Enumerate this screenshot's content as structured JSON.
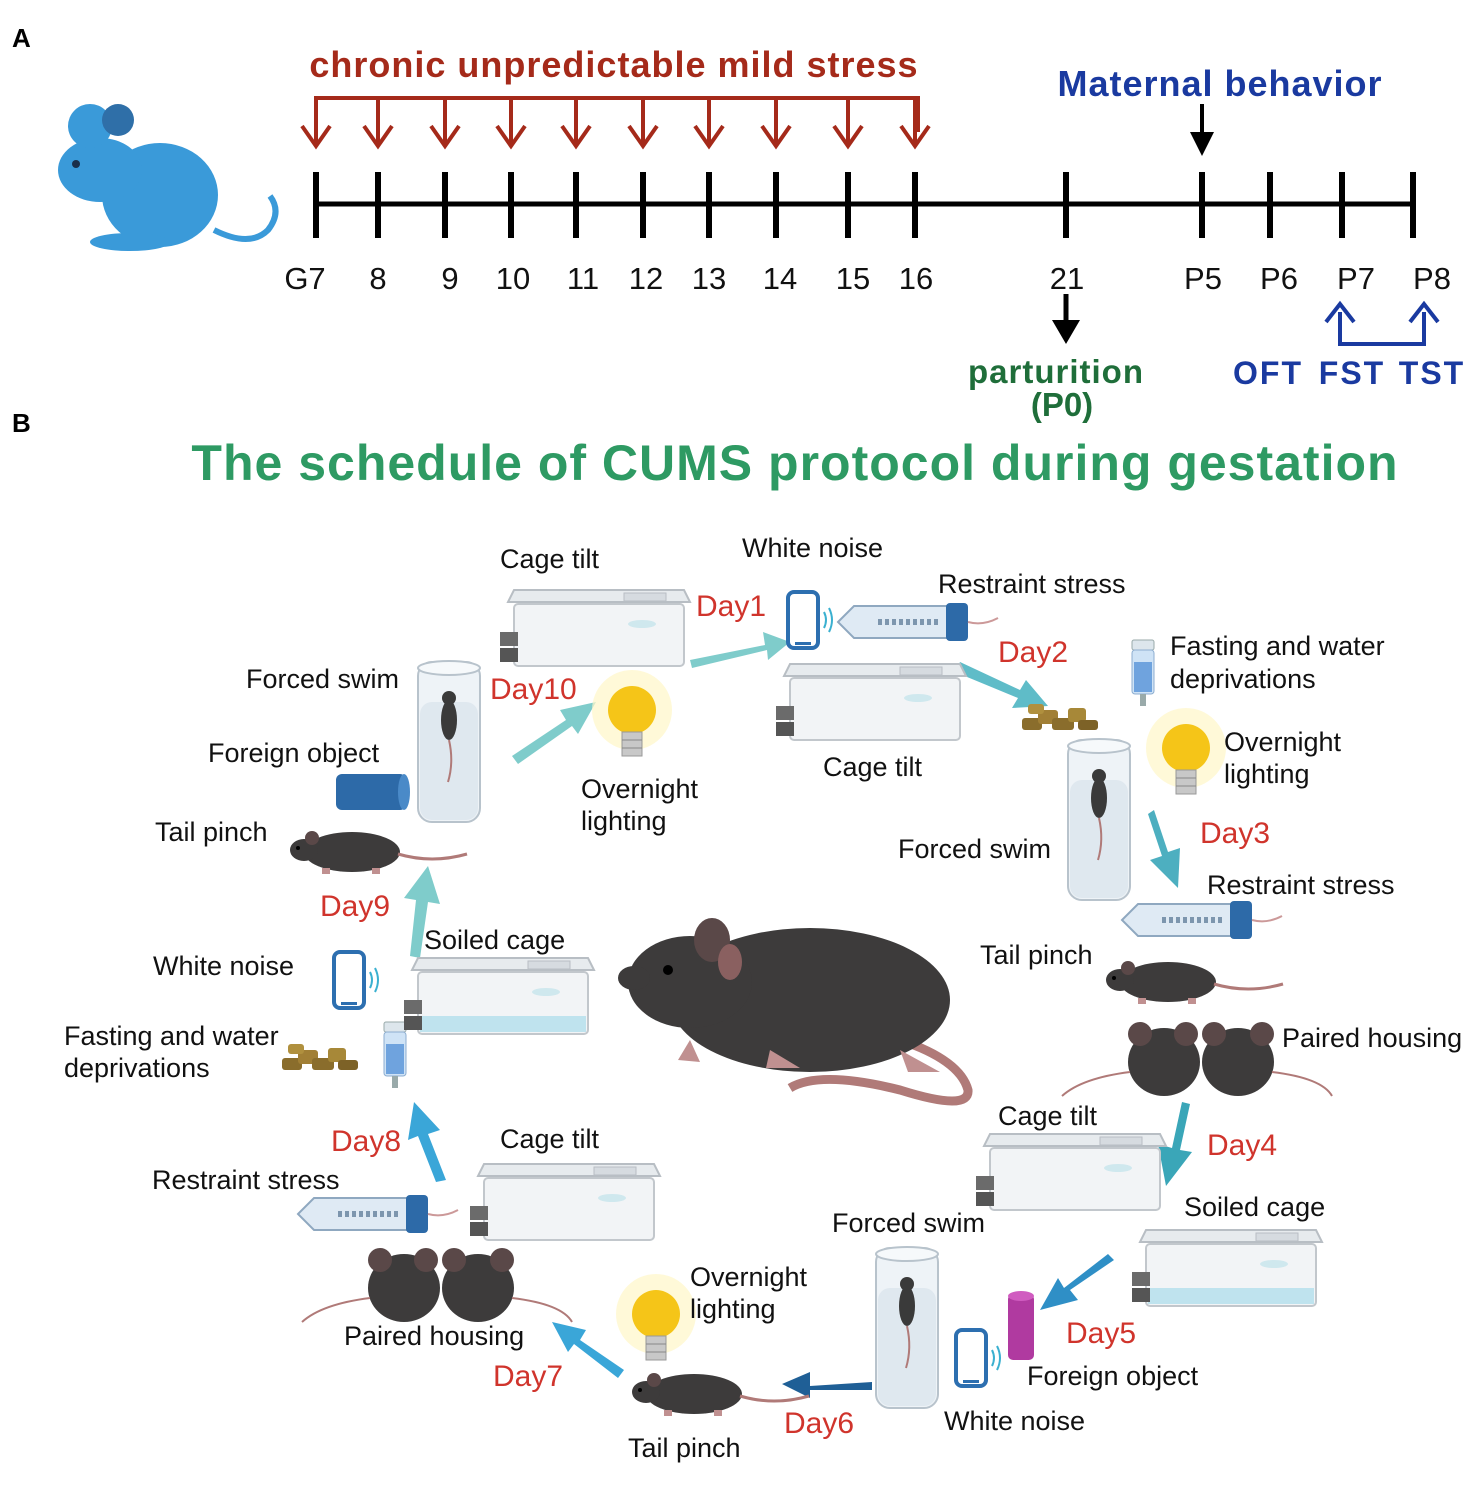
{
  "panel_a": {
    "letter": "A",
    "stress_label": "chronic unpredictable mild stress",
    "maternal_label": "Maternal behavior",
    "ticks": [
      "G7",
      "8",
      "9",
      "10",
      "11",
      "12",
      "13",
      "14",
      "15",
      "16",
      "21",
      "P5",
      "P6",
      "P7",
      "P8"
    ],
    "parturition_label": "parturition",
    "p0_label": "(P0)",
    "tests": [
      "OFT",
      "FST",
      "TST"
    ],
    "colors": {
      "stress": "#a52a1a",
      "maternal": "#1a3aa0",
      "parturition": "#1f6e3a",
      "tests": "#1a3aa0",
      "mouse": "#3a9ad9"
    }
  },
  "panel_b": {
    "letter": "B",
    "title": "The schedule of CUMS protocol during gestation",
    "title_color": "#2e9a63",
    "day_color": "#d0342c",
    "days": [
      "Day1",
      "Day2",
      "Day3",
      "Day4",
      "Day5",
      "Day6",
      "Day7",
      "Day8",
      "Day9",
      "Day10"
    ],
    "labels": {
      "cage_tilt": "Cage tilt",
      "white_noise": "White noise",
      "restraint_stress": "Restraint stress",
      "fasting_1": "Fasting and water",
      "fasting_2": "deprivations",
      "overnight_1": "Overnight",
      "overnight_2": "lighting",
      "forced_swim": "Forced swim",
      "tail_pinch": "Tail pinch",
      "paired_housing": "Paired housing",
      "soiled_cage": "Soiled cage",
      "foreign_object": "Foreign object"
    }
  }
}
